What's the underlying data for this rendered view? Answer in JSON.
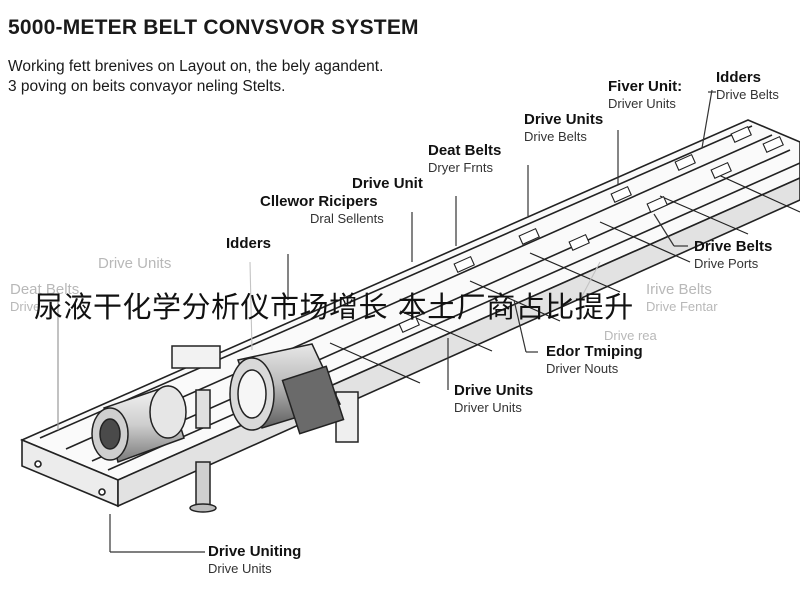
{
  "title": "5000-METER BELT CONVSVOR SYSTEM",
  "subtitle_line1": "Working fett brenives on Layout on, the bely agandent.",
  "subtitle_line2": "3 poving on beits convayor neling Stelts.",
  "overlay_caption": "尿液干化学分析仪市场增长 本土厂商占比提升",
  "labels": {
    "fiver_unit": {
      "main": "Fiver Unit:",
      "sub": "Driver Units"
    },
    "idders_top": {
      "main": "Idders",
      "sub": "Drive Belts"
    },
    "drive_units_top": {
      "main": "Drive Units",
      "sub": "Drive Belts"
    },
    "deat_belts": {
      "main": "Deat Belts",
      "sub": "Dryer Frnts"
    },
    "drive_unit": {
      "main": "Drive Unit",
      "sub": ""
    },
    "cllewor": {
      "main": "Cllewor Ricipers",
      "sub": "Dral Sellents"
    },
    "idders_mid": {
      "main": "Idders",
      "sub": ""
    },
    "drive_units_faded": {
      "main": "Drive Units",
      "sub": ""
    },
    "deat_belts_left": {
      "main": "Deat Belts",
      "sub": "Drive"
    },
    "drive_belts_right": {
      "main": "Drive Belts",
      "sub": "Drive Ports"
    },
    "irive_belts": {
      "main": "Irive Belts",
      "sub": "Drive Fentar"
    },
    "drive_rea": {
      "main": "",
      "sub": "Drive rea"
    },
    "edor": {
      "main": "Edor Tmiping",
      "sub": "Driver Nouts"
    },
    "drive_units_low": {
      "main": "Drive Units",
      "sub": "Driver Units"
    },
    "drive_uniting": {
      "main": "Drive Uniting",
      "sub": "Drive Units"
    }
  }
}
